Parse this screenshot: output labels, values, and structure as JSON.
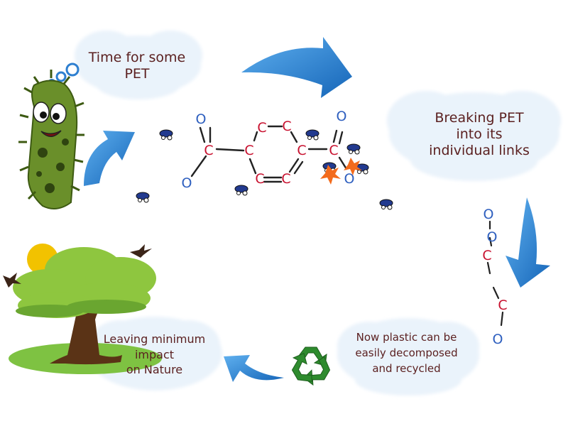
{
  "captions": {
    "thought": [
      "Time for some",
      "PET"
    ],
    "breaking": [
      "Breaking PET",
      "into its",
      "individual links"
    ],
    "decomposed": [
      "Now plastic can be",
      "easily decomposed",
      "and recycled"
    ],
    "nature": [
      "Leaving minimum",
      "impact",
      "on Nature"
    ]
  },
  "atoms": {
    "carbon": "C",
    "oxygen": "O"
  },
  "colors": {
    "text": "#5a1f1f",
    "arrow": "#1f7fcf",
    "carbon": "#c8102e",
    "oxygen": "#2e5fbf",
    "cloud": "#eaf3fb",
    "bacterium": "#6a8f2a",
    "tree": "#8ec63f",
    "trunk": "#5a3316",
    "sun": "#f2c200",
    "recycle": "#2e8b2e"
  }
}
